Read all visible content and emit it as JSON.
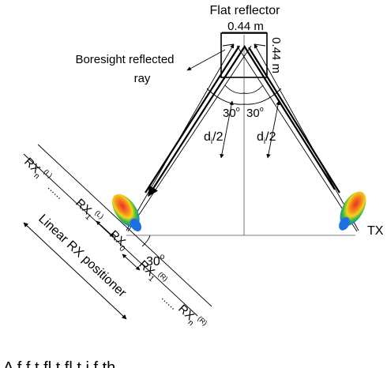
{
  "labels": {
    "title": "Flat reflector",
    "width": "0.44 m",
    "height": "0.44 m",
    "boresight_line1": "Boresight reflected",
    "boresight_line2": "ray",
    "angle_left": "30",
    "angle_right": "30",
    "degree": "o",
    "dist_left_d": "d",
    "dist_left_sub": "i",
    "dist_left_rest": "/2",
    "dist_right_d": "d",
    "dist_right_sub": "i",
    "dist_right_rest": "/2",
    "tx": "TX",
    "bottom_angle": "30",
    "bottom_angle_sup": "o",
    "rx": "RX",
    "rxn_sub": "n",
    "rx1_sub": "1",
    "rx0_sub": "0",
    "sup_left": "(L)",
    "sup_right": "(R)",
    "dots": "......",
    "positioner": "Linear RX positioner",
    "caption_partial": "A  f  f  t fl t  fl t  i   f  th"
  },
  "colors": {
    "line": "#000000",
    "thin_line": "#555555",
    "beam_red": "#e8321e",
    "beam_yellow": "#f5d21e",
    "beam_green": "#3cbe3c",
    "beam_blue": "#1e6ee6"
  }
}
